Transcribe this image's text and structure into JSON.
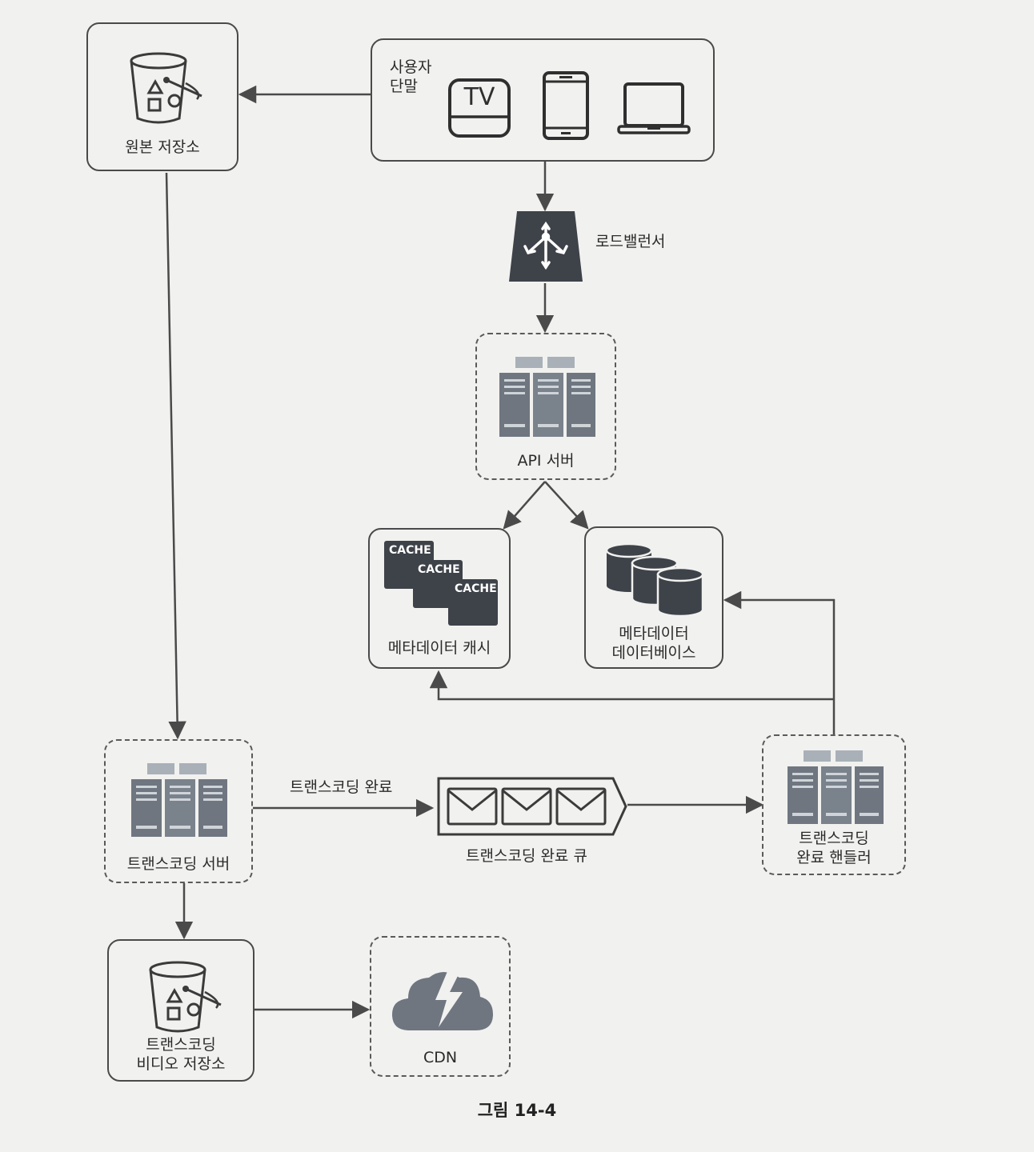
{
  "nodes": {
    "origin_storage": {
      "label": "원본 저장소"
    },
    "user_devices": {
      "label_line1": "사용자",
      "label_line2": "단말",
      "tv_text": "TV"
    },
    "load_balancer": {
      "label": "로드밸런서"
    },
    "api_server": {
      "label": "API 서버"
    },
    "metadata_cache": {
      "label": "메타데이터 캐시",
      "cache_tags": [
        "CACHE",
        "CACHE",
        "CACHE"
      ]
    },
    "metadata_db": {
      "label_line1": "메타데이터",
      "label_line2": "데이터베이스"
    },
    "transcoding_server": {
      "label": "트랜스코딩 서버"
    },
    "completion_queue": {
      "label": "트랜스코딩 완료 큐"
    },
    "completion_handler": {
      "label_line1": "트랜스코딩",
      "label_line2": "완료 핸들러"
    },
    "transcoded_storage": {
      "label_line1": "트랜스코딩",
      "label_line2": "비디오 저장소"
    },
    "cdn": {
      "label": "CDN"
    }
  },
  "edges": {
    "transcoding_complete": {
      "label": "트랜스코딩 완료"
    }
  },
  "caption": "그림 14-4",
  "colors": {
    "stroke": "#4a4a4a",
    "icon_gray": "#6f7680",
    "icon_light": "#a9b0b8",
    "dark": "#3e4249"
  }
}
